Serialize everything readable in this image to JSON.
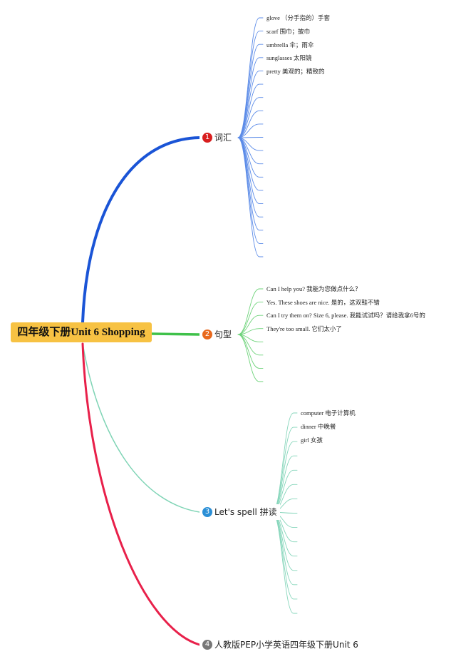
{
  "root": {
    "label": "四年级下册Unit 6 Shopping"
  },
  "branches": [
    {
      "number": "1",
      "label": "词汇",
      "color": "#1a54d6",
      "badge_color": "#d81e1e",
      "leaf_color": "#5b8be8",
      "items": [
        "glove （分手指的）手套",
        "scarf 围巾；披巾",
        "umbrella 伞；雨伞",
        "sunglasses 太阳镜",
        "pretty 美观的；精致的"
      ]
    },
    {
      "number": "2",
      "label": "句型",
      "color": "#3fc14a",
      "badge_color": "#e8681c",
      "leaf_color": "#6ed37a",
      "items": [
        "Can I help you? 我能为您做点什么？",
        "Yes. These shoes are nice. 是的，这双鞋不错",
        "Can I try them on? Size 6, please. 我能试试吗？请给我拿6号的",
        "They're too small. 它们太小了"
      ]
    },
    {
      "number": "3",
      "label": "Let's spell 拼读",
      "color": "#7fd4b5",
      "badge_color": "#2b8fd6",
      "leaf_color": "#86d6bb",
      "items": [
        "computer 电子计算机",
        "dinner 中晚餐",
        "girl 女孩"
      ]
    },
    {
      "number": "4",
      "label": "人教版PEP小学英语四年级下册Unit 6",
      "color": "#e8204a",
      "badge_color": "#777777",
      "items": []
    }
  ]
}
